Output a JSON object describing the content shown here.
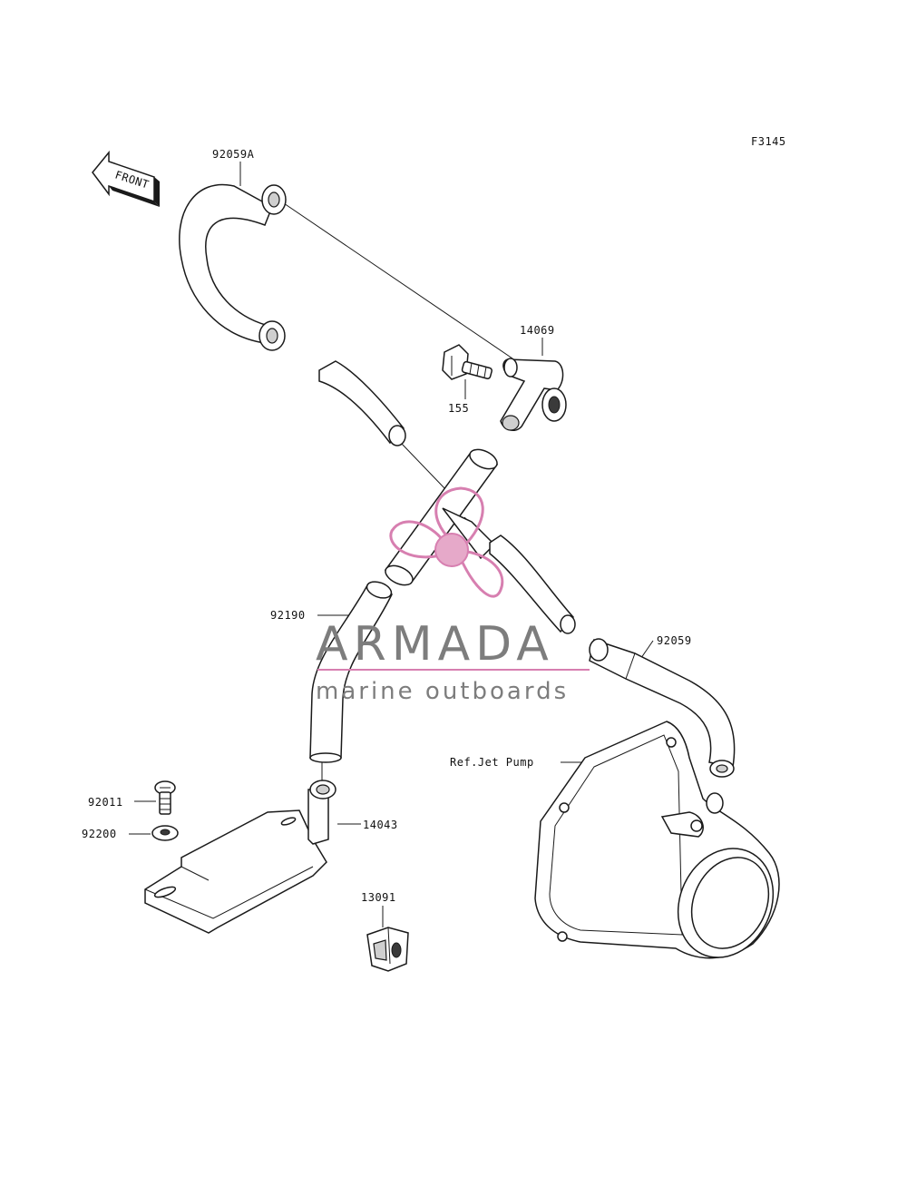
{
  "diagram": {
    "code": "F3145",
    "front_arrow": "FRONT",
    "parts": [
      {
        "id": "p-92059A",
        "label": "92059A"
      },
      {
        "id": "p-14069",
        "label": "14069"
      },
      {
        "id": "p-155",
        "label": "155"
      },
      {
        "id": "p-92190",
        "label": "92190"
      },
      {
        "id": "p-92059",
        "label": "92059"
      },
      {
        "id": "p-refjet",
        "label": "Ref.Jet Pump"
      },
      {
        "id": "p-92011",
        "label": "92011"
      },
      {
        "id": "p-92200",
        "label": "92200"
      },
      {
        "id": "p-14043",
        "label": "14043"
      },
      {
        "id": "p-13091",
        "label": "13091"
      }
    ]
  },
  "watermark": {
    "brand": "ARMADA",
    "tagline": "marine outboards",
    "colors": {
      "text": "#7d7d7d",
      "accent": "#d77fb0"
    }
  }
}
